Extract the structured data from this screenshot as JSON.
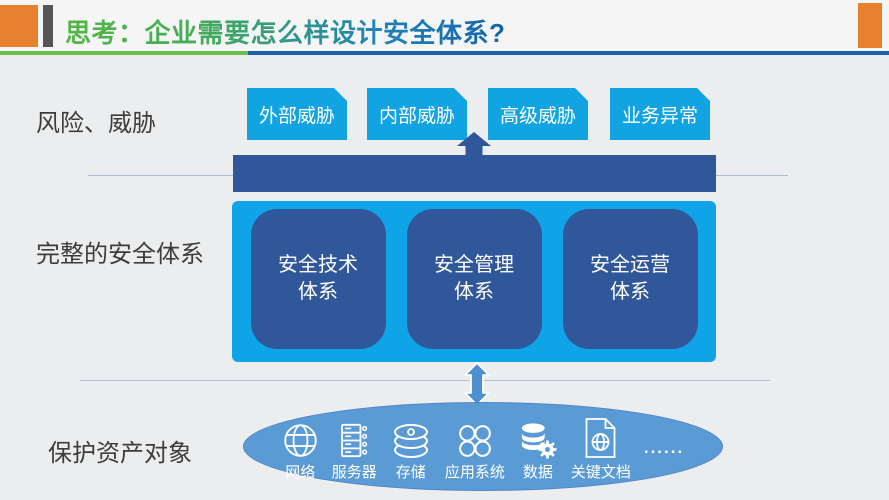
{
  "header": {
    "title": "思考：企业需要怎么样设计安全体系?",
    "accent_orange": "#E8812F",
    "accent_gray": "#55565A",
    "underline_green": "#6CBE4C",
    "underline_blue": "#1C61AA"
  },
  "threat_row": {
    "label": "风险、威胁",
    "box_color": "#12A3E3",
    "items": [
      {
        "label": "外部威胁"
      },
      {
        "label": "内部威胁"
      },
      {
        "label": "高级威胁"
      },
      {
        "label": "业务异常"
      }
    ]
  },
  "system_row": {
    "label": "完整的安全体系",
    "panel_color": "#0FA4E8",
    "card_color": "#2F5799",
    "items": [
      {
        "line1": "安全技术",
        "line2": "体系"
      },
      {
        "line1": "安全管理",
        "line2": "体系"
      },
      {
        "line1": "安全运营",
        "line2": "体系"
      }
    ]
  },
  "assets_row": {
    "label": "保护资产对象",
    "ellipse_color": "#5B9BD5",
    "items": [
      {
        "icon": "globe-icon",
        "label": "网络"
      },
      {
        "icon": "server-icon",
        "label": "服务器"
      },
      {
        "icon": "storage-icon",
        "label": "存储"
      },
      {
        "icon": "app-grid-icon",
        "label": "应用系统"
      },
      {
        "icon": "database-gear-icon",
        "label": "数据"
      },
      {
        "icon": "document-globe-icon",
        "label": "关键文档"
      }
    ],
    "more": "......"
  }
}
